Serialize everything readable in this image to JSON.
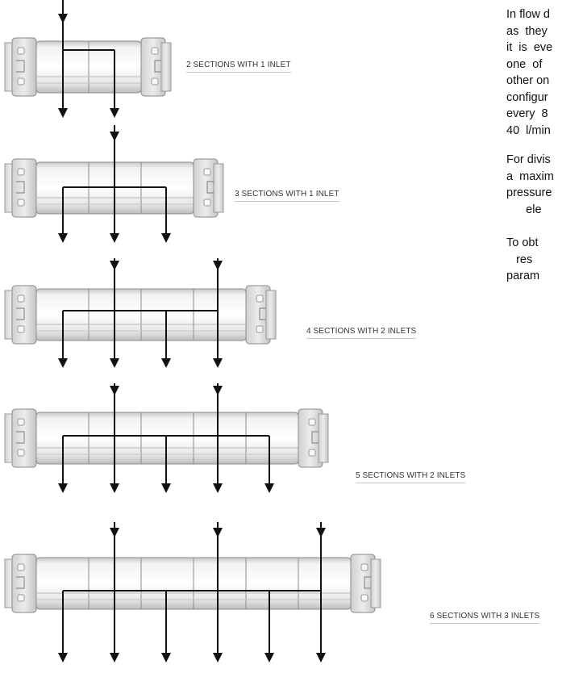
{
  "labels": [
    "2 SECTIONS WITH 1 INLET",
    "3 SECTIONS WITH 1 INLET",
    "4 SECTIONS WITH 2 INLETS",
    "5 SECTIONS WITH 2 INLETS",
    "6 SECTIONS WITH 3 INLETS"
  ],
  "text": {
    "p1": "In flow d\nas  they\nit  is  eve\none  of  \nother on\nconfigur\nevery  8\n40  l/min",
    "p2": "For divis\na  maxim\npressure\n      ele",
    "p3": "To obt\n   res\nparam"
  },
  "divider_assemblies": [
    {
      "sections": 2,
      "inlets": 1
    },
    {
      "sections": 3,
      "inlets": 1
    },
    {
      "sections": 4,
      "inlets": 2
    },
    {
      "sections": 5,
      "inlets": 2
    },
    {
      "sections": 6,
      "inlets": 3
    }
  ]
}
